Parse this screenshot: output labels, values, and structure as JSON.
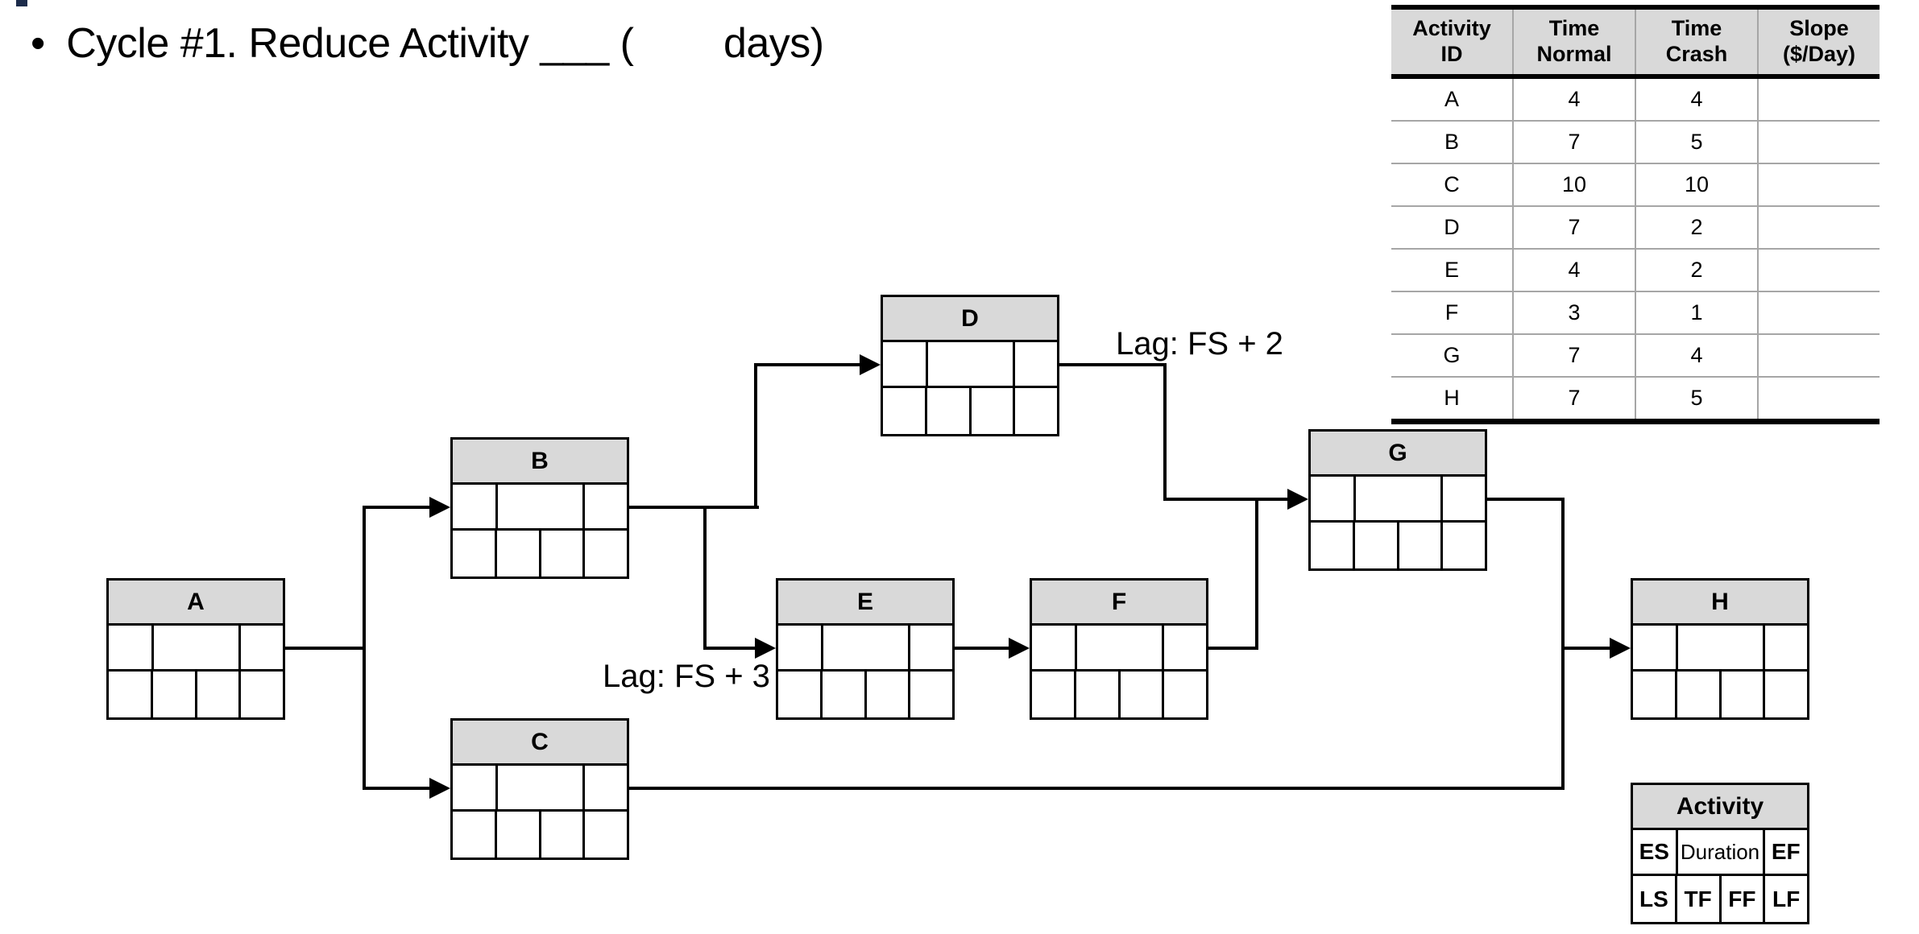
{
  "title": {
    "bullet": "•",
    "text": "Cycle #1. Reduce Activity ___ (        days)"
  },
  "crash_table": {
    "col_headers": [
      [
        "Activity",
        "ID"
      ],
      [
        "Time",
        "Normal"
      ],
      [
        "Time",
        "Crash"
      ],
      [
        "Slope",
        "($/Day)"
      ]
    ],
    "rows": [
      {
        "id": "A",
        "time_normal": "4",
        "time_crash": "4",
        "slope": ""
      },
      {
        "id": "B",
        "time_normal": "7",
        "time_crash": "5",
        "slope": ""
      },
      {
        "id": "C",
        "time_normal": "10",
        "time_crash": "10",
        "slope": ""
      },
      {
        "id": "D",
        "time_normal": "7",
        "time_crash": "2",
        "slope": ""
      },
      {
        "id": "E",
        "time_normal": "4",
        "time_crash": "2",
        "slope": ""
      },
      {
        "id": "F",
        "time_normal": "3",
        "time_crash": "1",
        "slope": ""
      },
      {
        "id": "G",
        "time_normal": "7",
        "time_crash": "4",
        "slope": ""
      },
      {
        "id": "H",
        "time_normal": "7",
        "time_crash": "5",
        "slope": ""
      }
    ]
  },
  "diagram": {
    "nodes": {
      "A": "A",
      "B": "B",
      "C": "C",
      "D": "D",
      "E": "E",
      "F": "F",
      "G": "G",
      "H": "H"
    },
    "lag_d_to_g": "Lag: FS + 2",
    "lag_b_to_e": "Lag: FS + 3"
  },
  "legend": {
    "title": "Activity",
    "row1": [
      "ES",
      "Duration",
      "EF"
    ],
    "row2": [
      "LS",
      "TF",
      "FF",
      "LF"
    ]
  },
  "colors": {
    "node_header_bg": "#d9d9d9",
    "line": "#000000",
    "table_grid": "#a6a6a6"
  }
}
